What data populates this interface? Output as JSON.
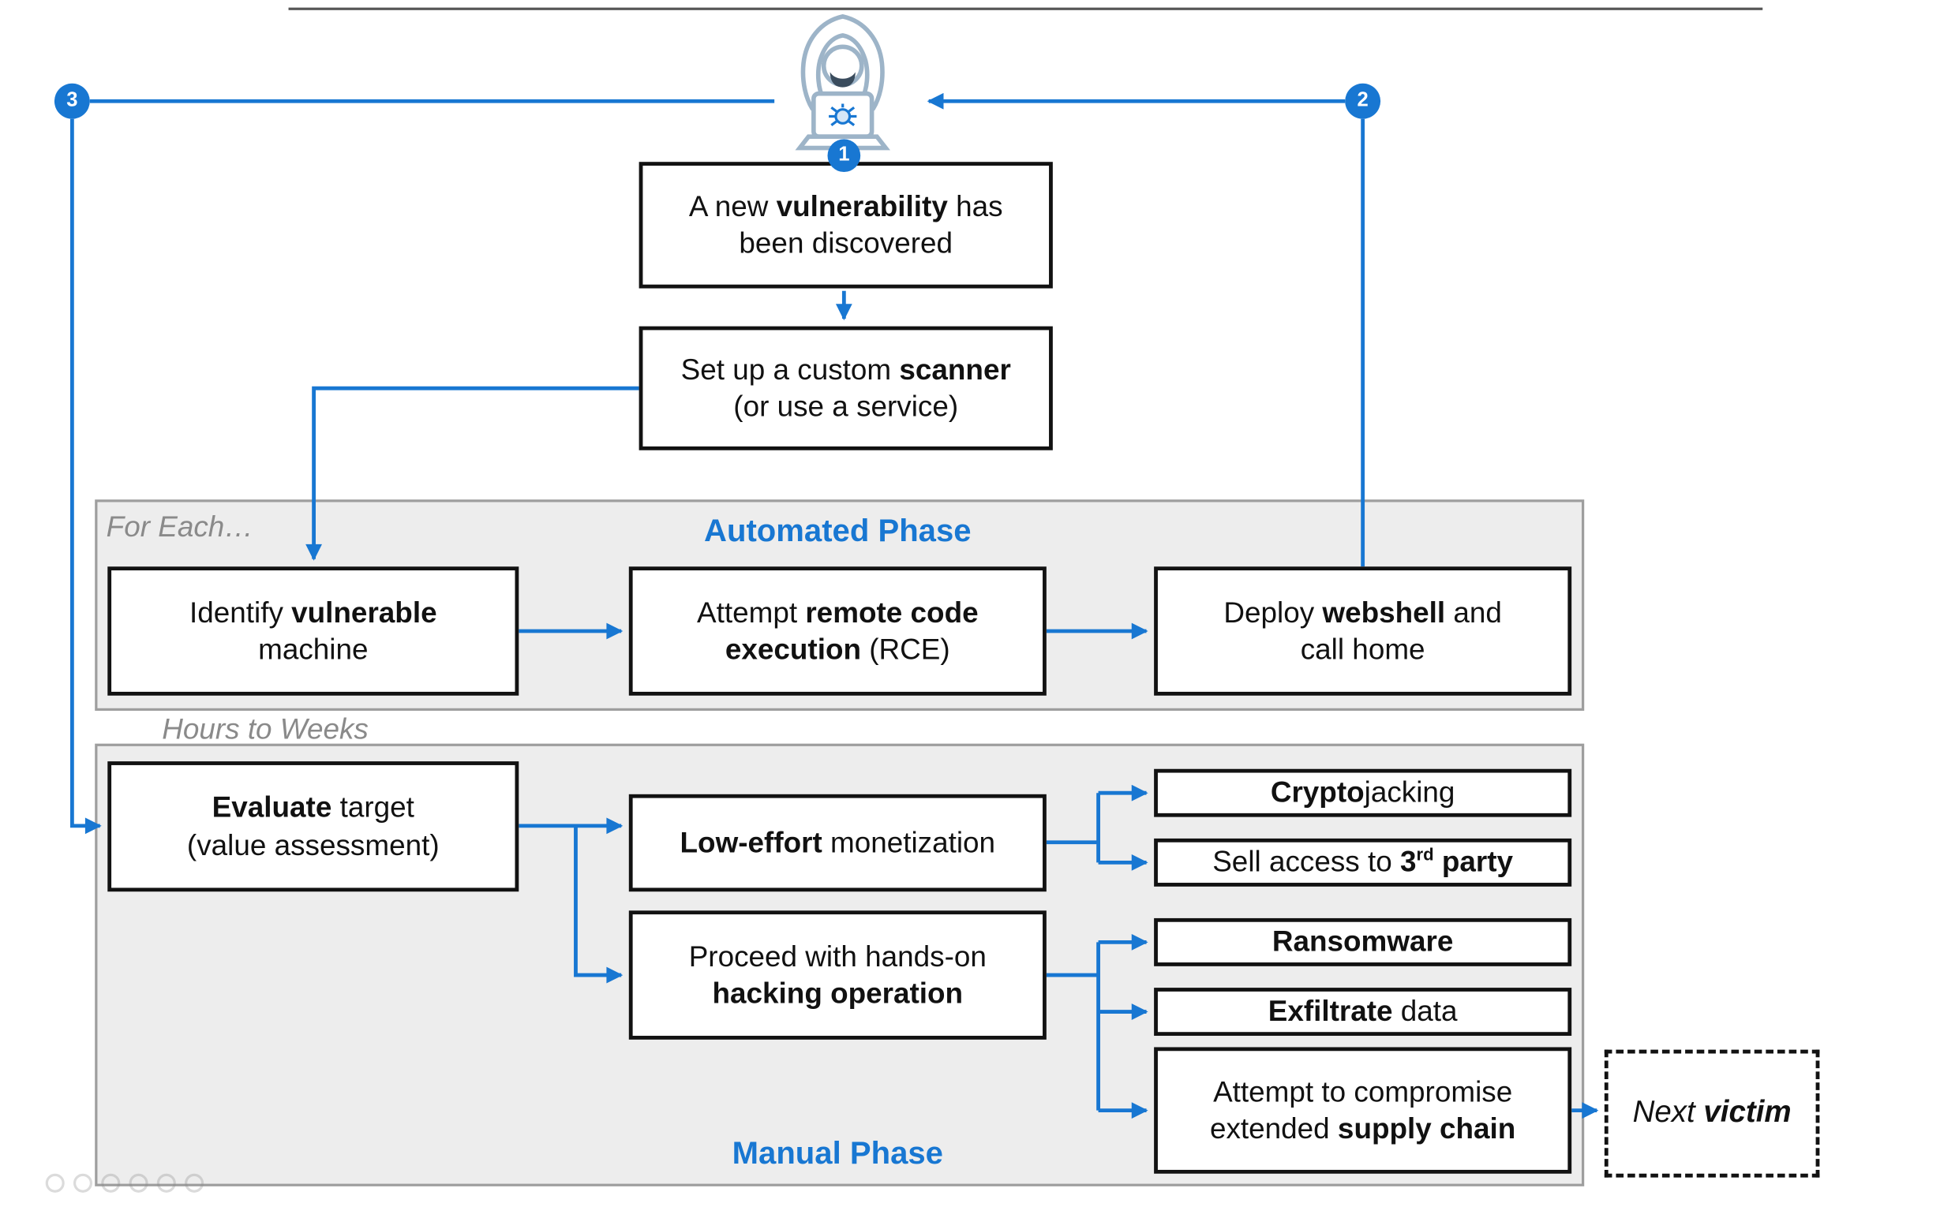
{
  "colors": {
    "accent_blue": "#1877d2",
    "panel_bg": "#ededed",
    "panel_border": "#9e9e9e",
    "node_border": "#121212",
    "muted_gray": "#8a8a8a",
    "icon_outline": "#9db4c8",
    "beard": "#3a4c5d",
    "watermark": "#8a8a8a"
  },
  "badges": {
    "one": "1",
    "two": "2",
    "three": "3"
  },
  "labels": {
    "for_each": "For Each…",
    "automated_phase": "Automated Phase",
    "hours_to_weeks": "Hours to Weeks",
    "manual_phase": "Manual Phase"
  },
  "nodes": {
    "vulnerability": {
      "segments": [
        {
          "t": "A new "
        },
        {
          "t": "vulnerability",
          "b": true
        },
        {
          "t": " has"
        },
        {
          "br": true
        },
        {
          "t": "been discovered"
        }
      ]
    },
    "scanner": {
      "segments": [
        {
          "t": "Set up a custom "
        },
        {
          "t": "scanner",
          "b": true
        },
        {
          "br": true
        },
        {
          "t": "(or use a service)"
        }
      ]
    },
    "identify": {
      "segments": [
        {
          "t": "Identify "
        },
        {
          "t": "vulnerable",
          "b": true
        },
        {
          "br": true
        },
        {
          "t": "machine"
        }
      ]
    },
    "rce": {
      "segments": [
        {
          "t": "Attempt "
        },
        {
          "t": "remote code",
          "b": true
        },
        {
          "br": true
        },
        {
          "t": "execution",
          "b": true
        },
        {
          "t": " (RCE)"
        }
      ]
    },
    "webshell": {
      "segments": [
        {
          "t": "Deploy "
        },
        {
          "t": "webshell",
          "b": true
        },
        {
          "t": " and"
        },
        {
          "br": true
        },
        {
          "t": "call home"
        }
      ]
    },
    "evaluate": {
      "segments": [
        {
          "t": "Evaluate",
          "b": true
        },
        {
          "t": " target"
        },
        {
          "br": true
        },
        {
          "t": "(value assessment)"
        }
      ]
    },
    "low_effort": {
      "segments": [
        {
          "t": "Low-effort",
          "b": true
        },
        {
          "t": " monetization"
        }
      ]
    },
    "cryptojacking": {
      "segments": [
        {
          "t": "Crypto",
          "b": true
        },
        {
          "t": "jacking"
        }
      ]
    },
    "sell_access": {
      "segments": [
        {
          "t": "Sell access to "
        },
        {
          "t": "3",
          "b": true
        },
        {
          "t": "rd",
          "b": true,
          "sup": true
        },
        {
          "t": " party",
          "b": true
        }
      ]
    },
    "hands_on": {
      "segments": [
        {
          "t": "Proceed with hands-on"
        },
        {
          "br": true
        },
        {
          "t": "hacking operation",
          "b": true
        }
      ]
    },
    "ransomware": {
      "segments": [
        {
          "t": "Ransomware",
          "b": true
        }
      ]
    },
    "exfiltrate": {
      "segments": [
        {
          "t": "Exfiltrate",
          "b": true
        },
        {
          "t": " data"
        }
      ]
    },
    "supply_chain": {
      "segments": [
        {
          "t": "Attempt to compromise"
        },
        {
          "br": true
        },
        {
          "t": "extended "
        },
        {
          "t": "supply chain",
          "b": true
        }
      ]
    },
    "next_victim": {
      "segments": [
        {
          "t": "Next ",
          "i": true
        },
        {
          "t": "victim",
          "b": true,
          "i": true
        }
      ]
    }
  },
  "edges": [
    {
      "from": "attacker",
      "to": "vulnerability",
      "badge": "1"
    },
    {
      "from": "vulnerability",
      "to": "scanner"
    },
    {
      "from": "scanner",
      "to": "identify"
    },
    {
      "from": "identify",
      "to": "rce"
    },
    {
      "from": "rce",
      "to": "webshell"
    },
    {
      "from": "webshell",
      "to": "attacker",
      "badge": "2"
    },
    {
      "from": "attacker",
      "to": "evaluate",
      "badge": "3"
    },
    {
      "from": "evaluate",
      "to": "low_effort"
    },
    {
      "from": "evaluate",
      "to": "hands_on"
    },
    {
      "from": "low_effort",
      "to": "cryptojacking"
    },
    {
      "from": "low_effort",
      "to": "sell_access"
    },
    {
      "from": "hands_on",
      "to": "ransomware"
    },
    {
      "from": "hands_on",
      "to": "exfiltrate"
    },
    {
      "from": "hands_on",
      "to": "supply_chain"
    },
    {
      "from": "supply_chain",
      "to": "next_victim"
    }
  ]
}
